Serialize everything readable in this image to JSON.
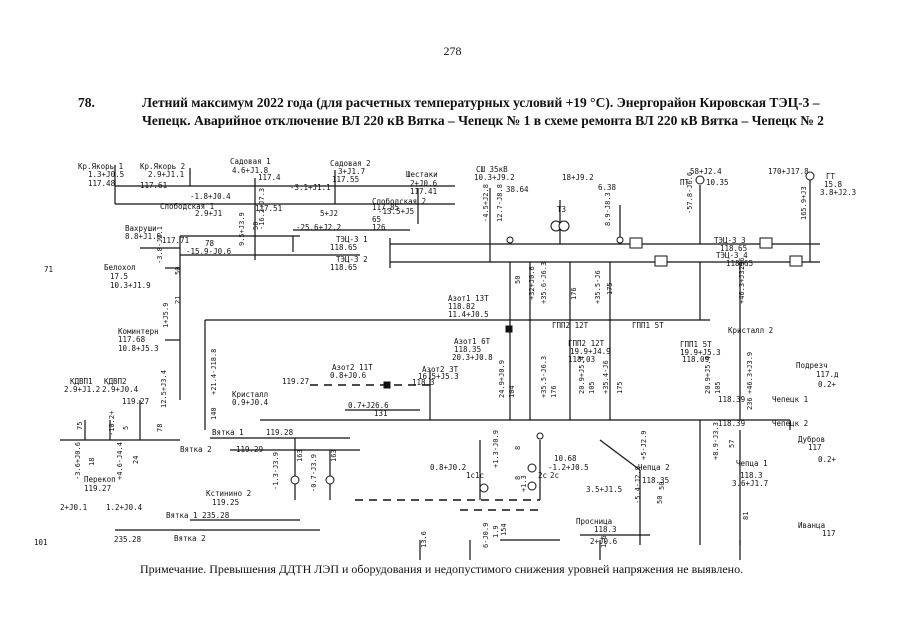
{
  "page": {
    "number": "278",
    "item_number": "78.",
    "title": "Летний максимум 2022 года (для расчетных температурных условий +19 °С). Энергорайон Кировская ТЭЦ-3 – Чепецк. Аварийное отключение ВЛ 220 кВ Вятка – Чепецк № 1 в схеме ремонта ВЛ 220 кВ Вятка – Чепецк № 2",
    "note": "Примечание. Превышения ДДТН ЛЭП и оборудования и недопустимого снижения уровней напряжения не выявлено."
  },
  "labels": [
    {
      "t": "Кр.Якорь 1"
    },
    {
      "t": "1.3+J0.5"
    },
    {
      "t": "117.48"
    },
    {
      "t": "Кр.Якорь 2"
    },
    {
      "t": "2.9+J1.1"
    },
    {
      "t": "117.61"
    },
    {
      "t": "Садовая 1"
    },
    {
      "t": "4.6+J1.8"
    },
    {
      "t": "117.4"
    },
    {
      "t": "Садовая 2"
    },
    {
      "t": "3+J1.7"
    },
    {
      "t": "117.55"
    },
    {
      "t": "Шестаки"
    },
    {
      "t": "2+J0.6"
    },
    {
      "t": "117.41"
    },
    {
      "t": "-3.1+J1.1"
    },
    {
      "t": "-1.8+J0.4"
    },
    {
      "t": "Слободская 1"
    },
    {
      "t": "2.9+J1"
    },
    {
      "t": "117.51"
    },
    {
      "t": "Слободская 2"
    },
    {
      "t": "117.85"
    },
    {
      "t": "-13.5+J5"
    },
    {
      "t": "5+J2"
    },
    {
      "t": "65"
    },
    {
      "t": "Вахруши"
    },
    {
      "t": "8.8+J1.9"
    },
    {
      "t": "117.71"
    },
    {
      "t": "78"
    },
    {
      "t": "-25.6+J2.2"
    },
    {
      "t": "126"
    },
    {
      "t": "-15.9-J0.6"
    },
    {
      "t": "ТЭЦ-3 1"
    },
    {
      "t": "118.65"
    },
    {
      "t": "ТЭЦ-3 2"
    },
    {
      "t": "118.65"
    },
    {
      "t": "Белохол"
    },
    {
      "t": "17.5"
    },
    {
      "t": "10.3+J1.9"
    },
    {
      "t": "Коминтерн"
    },
    {
      "t": "117.68"
    },
    {
      "t": "10.8+J5.3"
    },
    {
      "t": "СШ 35кВ"
    },
    {
      "t": "10.3+J9.2"
    },
    {
      "t": "38.64"
    },
    {
      "t": "18+J9.2"
    },
    {
      "t": "6.38"
    },
    {
      "t": "Т3"
    },
    {
      "t": "58+J2.4"
    },
    {
      "t": "10.35"
    },
    {
      "t": "ПТ"
    },
    {
      "t": "170+J17.8"
    },
    {
      "t": "ГТ"
    },
    {
      "t": "15.8"
    },
    {
      "t": "3.8+J2.3"
    },
    {
      "t": "ТЭЦ-3 3"
    },
    {
      "t": "118.65"
    },
    {
      "t": "ТЭЦ-3 4"
    },
    {
      "t": "118.65"
    },
    {
      "t": "Азот1 13Т"
    },
    {
      "t": "118.82"
    },
    {
      "t": "11.4+J0.5"
    },
    {
      "t": "ГПП2 12Т"
    },
    {
      "t": "ГПП1 5Т"
    },
    {
      "t": "Кристалл 2"
    },
    {
      "t": "Азот1 6Т"
    },
    {
      "t": "118.35"
    },
    {
      "t": "20.3+J0.8"
    },
    {
      "t": "ГПП2 12Т"
    },
    {
      "t": "19.9+J4.9"
    },
    {
      "t": "118.03"
    },
    {
      "t": "ГПП1 5Т"
    },
    {
      "t": "19.9+J5.3"
    },
    {
      "t": "118.09"
    },
    {
      "t": "Подрезч"
    },
    {
      "t": "117.д"
    },
    {
      "t": "0.2+"
    },
    {
      "t": "Азот2 11Т"
    },
    {
      "t": "0.8+J0.6"
    },
    {
      "t": "119.27"
    },
    {
      "t": "Азот2 3Т"
    },
    {
      "t": "16.5+J5.3"
    },
    {
      "t": "118.3"
    },
    {
      "t": "КДВП1"
    },
    {
      "t": "КДВП2"
    },
    {
      "t": "2.9+J1.2"
    },
    {
      "t": "2.9+J0.4"
    },
    {
      "t": "119.27"
    },
    {
      "t": "Кристалл"
    },
    {
      "t": "0.9+J0.4"
    },
    {
      "t": "0.7+J26.6"
    },
    {
      "t": "131"
    },
    {
      "t": "118.39"
    },
    {
      "t": "Чепецк 1"
    },
    {
      "t": "118.39"
    },
    {
      "t": "Чепецк 2"
    },
    {
      "t": "Вятка 1"
    },
    {
      "t": "119.28"
    },
    {
      "t": "Вятка 2"
    },
    {
      "t": "119.29"
    },
    {
      "t": "Дубров"
    },
    {
      "t": "117"
    },
    {
      "t": "0.2+"
    },
    {
      "t": "10.68"
    },
    {
      "t": "0.8+J0.2"
    },
    {
      "t": "-1.2+J0.5"
    },
    {
      "t": "1с"
    },
    {
      "t": "2с"
    },
    {
      "t": "Чепца 2"
    },
    {
      "t": "118.35"
    },
    {
      "t": "Чепца 1"
    },
    {
      "t": "118.3"
    },
    {
      "t": "3.6+J1.7"
    },
    {
      "t": "3.5+J1.5"
    },
    {
      "t": "Перекоп"
    },
    {
      "t": "119.27"
    },
    {
      "t": "2+J0.1"
    },
    {
      "t": "1.2+J0.4"
    },
    {
      "t": "Кстинино 2"
    },
    {
      "t": "119.25"
    },
    {
      "t": "Вятка 1 235.28"
    },
    {
      "t": "235.28"
    },
    {
      "t": "Вятка 2"
    },
    {
      "t": "Просница"
    },
    {
      "t": "118.3"
    },
    {
      "t": "2+J0.6"
    },
    {
      "t": "Иванца"
    },
    {
      "t": "117"
    },
    {
      "t": "1с"
    },
    {
      "t": "2с"
    },
    {
      "t": "71"
    },
    {
      "t": "101"
    }
  ],
  "vlabels": [
    {
      "t": "50"
    },
    {
      "t": "9.5+J3.9"
    },
    {
      "t": "-16.2+J7.3"
    },
    {
      "t": "-3.8-J2.1"
    },
    {
      "t": "50"
    },
    {
      "t": "21"
    },
    {
      "t": "1+J5.9"
    },
    {
      "t": "-4.5+J2.8"
    },
    {
      "t": "12.7-J8.8"
    },
    {
      "t": "8.9-J8.3"
    },
    {
      "t": "-57.8-J6.6"
    },
    {
      "t": "165.9+J3"
    },
    {
      "t": "50"
    },
    {
      "t": "+32+J0.6"
    },
    {
      "t": "176"
    },
    {
      "t": "+35.6-J6.3"
    },
    {
      "t": "+35.5-J6"
    },
    {
      "t": "175"
    },
    {
      "t": "+46.3+J3.9"
    },
    {
      "t": "236"
    },
    {
      "t": "+21.4-J18.8"
    },
    {
      "t": "140"
    },
    {
      "t": "12.5+J3.4"
    },
    {
      "t": "78"
    },
    {
      "t": "-10.2+"
    },
    {
      "t": "5"
    },
    {
      "t": "75"
    },
    {
      "t": "24.9+J0.9"
    },
    {
      "t": "104"
    },
    {
      "t": "+35.5-J6.3"
    },
    {
      "t": "176"
    },
    {
      "t": "20.9+J5.4"
    },
    {
      "t": "105"
    },
    {
      "t": "+35.4-J6"
    },
    {
      "t": "175"
    },
    {
      "t": "20.9+J5.4"
    },
    {
      "t": "105"
    },
    {
      "t": "+46.3+J3.9"
    },
    {
      "t": "236"
    },
    {
      "t": "-3.6+J0.6"
    },
    {
      "t": "18"
    },
    {
      "t": "+4.6-J4.4"
    },
    {
      "t": "24"
    },
    {
      "t": "-1.3-J3.9"
    },
    {
      "t": "163"
    },
    {
      "t": "-0.7-J3.9"
    },
    {
      "t": "163"
    },
    {
      "t": "+1.3-J0.9"
    },
    {
      "t": "8"
    },
    {
      "t": "+1.3"
    },
    {
      "t": "8"
    },
    {
      "t": "+5-J2.9"
    },
    {
      "t": "50"
    },
    {
      "t": "-5.4-J2.9"
    },
    {
      "t": "50"
    },
    {
      "t": "+8.9-J3.3"
    },
    {
      "t": "57"
    },
    {
      "t": "81"
    },
    {
      "t": "13.6"
    },
    {
      "t": "6-J0.9"
    },
    {
      "t": "1.9"
    },
    {
      "t": "154"
    },
    {
      "t": "1.6"
    }
  ]
}
